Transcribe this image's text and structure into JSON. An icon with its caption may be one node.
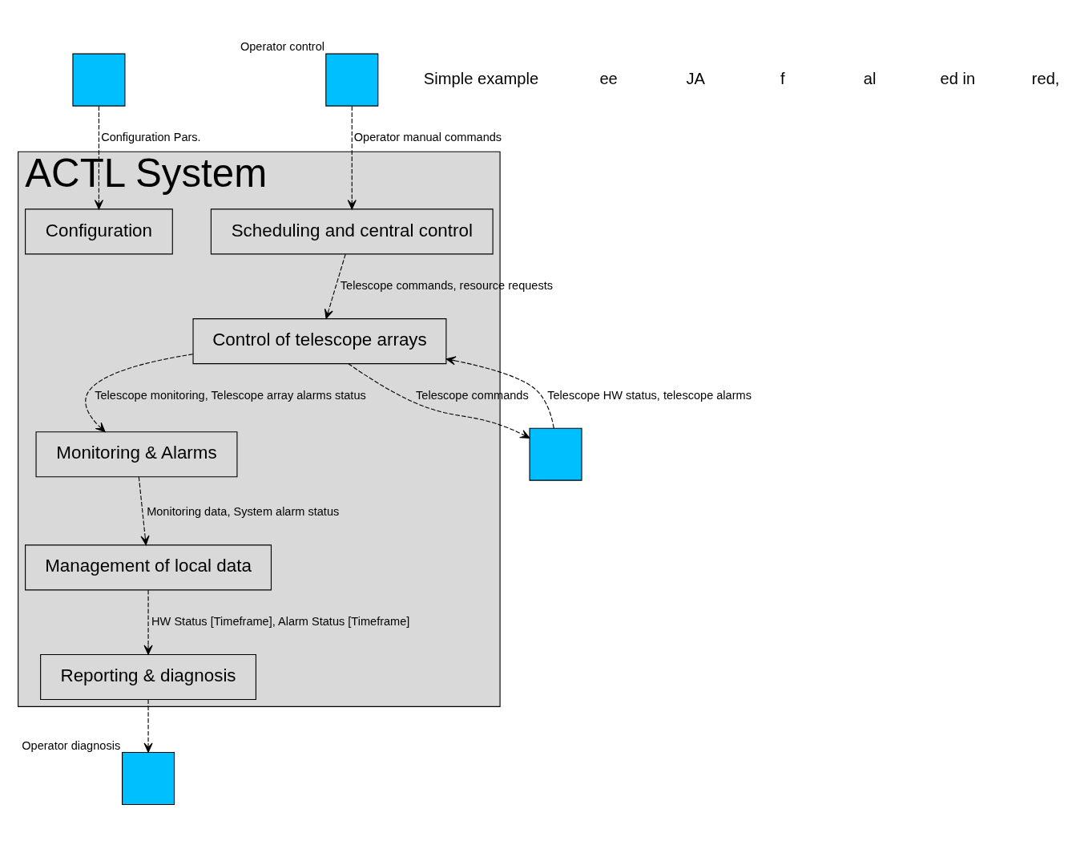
{
  "diagram": {
    "nodes": [
      {
        "text": [
          "ACTL System"
        ]
      },
      {
        "text": [
          "Reporting & diagnosis"
        ],
        "in": 0
      },
      {
        "text": [
          "Configuration"
        ],
        "in": 0
      },
      {
        "text": [
          "Management of local data"
        ],
        "in": 0
      },
      {
        "text": [
          "Scheduling and central control"
        ],
        "in": 0
      },
      {
        "text": [
          "Monitoring & Alarms"
        ],
        "in": 0
      },
      {
        "text": [
          "Control of telescope arrays"
        ],
        "in": 0
      },
      {
        "text": [],
        "shape": "box",
        "beside": [
          "Operator diagnosis"
        ]
      },
      {
        "text": [],
        "shape": "box"
      },
      {
        "text": [],
        "shape": "box",
        "beside": [
          "Operator control"
        ]
      },
      {
        "text": [],
        "shape": "box"
      }
    ],
    "edges": [
      {
        "from": 1,
        "to": 7,
        "arrow": "to",
        "style": "dashed"
      },
      {
        "from": 3,
        "to": 1,
        "arrow": "to",
        "style": "dashed",
        "label": "HW Status [Timeframe], Alarm Status [Timeframe]"
      },
      {
        "from": 8,
        "to": 2,
        "arrow": "to",
        "style": "dashed",
        "label": "Configuration Pars."
      },
      {
        "from": 9,
        "to": 4,
        "arrow": "to",
        "style": "dashed",
        "label": "Operator manual commands"
      },
      {
        "from": 5,
        "to": 3,
        "arrow": "to",
        "style": "dashed",
        "label": "Monitoring data, System alarm status"
      },
      {
        "from": 4,
        "to": 6,
        "arrow": "to",
        "style": "dashed",
        "label": "Telescope commands, resource requests"
      },
      {
        "from": 6,
        "to": 5,
        "arrow": "to",
        "style": "dashed",
        "label": "Telescope monitoring, Telescope array alarms status"
      },
      {
        "from": 6,
        "to": 10,
        "arrow": "to",
        "style": "dashed",
        "label": "Telescope commands"
      },
      {
        "from": 10,
        "to": 6,
        "arrow": "to",
        "style": "dashed",
        "label": "Telescope HW status, telescope alarms"
      }
    ],
    "labels": [
      "Simple example",
      "ee",
      "JA",
      "f",
      "al",
      "ed in",
      "red,"
    ]
  }
}
